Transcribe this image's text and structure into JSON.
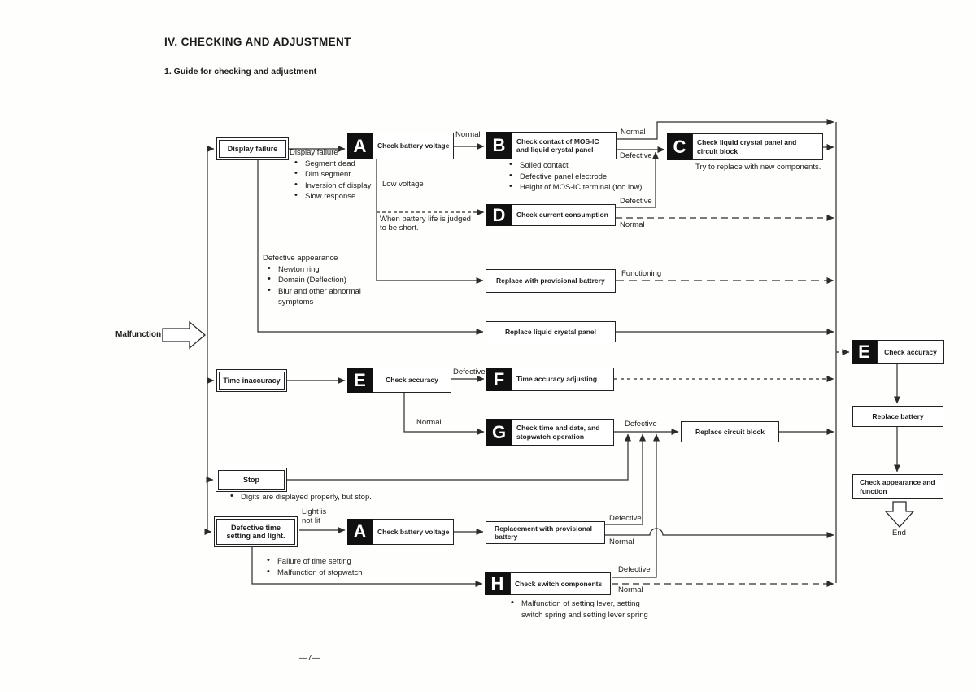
{
  "page": {
    "title": "IV.  CHECKING AND ADJUSTMENT",
    "subtitle": "1.  Guide for checking and adjustment",
    "page_number": "—7—"
  },
  "entry": {
    "label": "Malfunction"
  },
  "symptoms": {
    "display_failure": "Display failure",
    "time_inaccuracy": "Time inaccuracy",
    "stop": "Stop",
    "defective_time_setting": "Defective time setting and light."
  },
  "checks": {
    "a1": {
      "letter": "A",
      "label": "Check battery voltage"
    },
    "b": {
      "letter": "B",
      "label": "Check contact of MOS-IC and liquid crystal panel"
    },
    "c": {
      "letter": "C",
      "label": "Check liquid crystal panel and circuit block"
    },
    "d": {
      "letter": "D",
      "label": "Check current consumption"
    },
    "e1": {
      "letter": "E",
      "label": "Check accuracy"
    },
    "f": {
      "letter": "F",
      "label": "Time accuracy adjusting"
    },
    "g": {
      "letter": "G",
      "label": "Check time and date, and stopwatch operation"
    },
    "a2": {
      "letter": "A",
      "label": "Check battery voltage"
    },
    "h": {
      "letter": "H",
      "label": "Check switch components"
    },
    "e2": {
      "letter": "E",
      "label": "Check accuracy"
    }
  },
  "actions": {
    "replace_provisional_battrery": "Replace with provisional battrery",
    "replace_lcd_panel": "Replace liquid crystal panel",
    "replace_circuit_block": "Replace circuit block",
    "replacement_provisional_battery": "Replacement with provisional battery",
    "replace_battery": "Replace battery",
    "check_appearance": "Check appearance and function",
    "end": "End"
  },
  "notes": {
    "display_failure": {
      "title": "Display failure",
      "items": [
        "Segment dead",
        "Dim segment",
        "Inversion of display",
        "Slow response"
      ]
    },
    "b_causes": {
      "items": [
        "Soiled contact",
        "Defective panel electrode",
        "Height of MOS-IC terminal (too low)"
      ]
    },
    "c_note": "Try to replace with new components.",
    "defective_appearance": {
      "title": "Defective appearance",
      "items": [
        "Newton ring",
        "Domain (Deflection)",
        "Blur and other abnormal symptoms"
      ]
    },
    "stop_note": {
      "items": [
        "Digits are displayed properly, but stop."
      ]
    },
    "defective_time": {
      "items": [
        "Failure of time setting",
        "Malfunction of stopwatch"
      ]
    },
    "h_causes": {
      "items": [
        "Malfunction of setting lever, setting switch spring and setting lever spring"
      ]
    }
  },
  "edge_labels": {
    "a1_b_normal": "Normal",
    "b_normal": "Normal",
    "b_defective": "Defective",
    "low_voltage": "Low voltage",
    "battery_life": "When battery life is judged\nto be short.",
    "d_defective": "Defective",
    "d_normal": "Normal",
    "functioning": "Functioning",
    "e1_defective": "Defective",
    "e1_normal": "Normal",
    "g_defective": "Defective",
    "repl_defective": "Defective",
    "repl_normal": "Normal",
    "light_not_lit": "Light is\nnot lit",
    "h_defective": "Defective",
    "h_normal": "Normal"
  }
}
